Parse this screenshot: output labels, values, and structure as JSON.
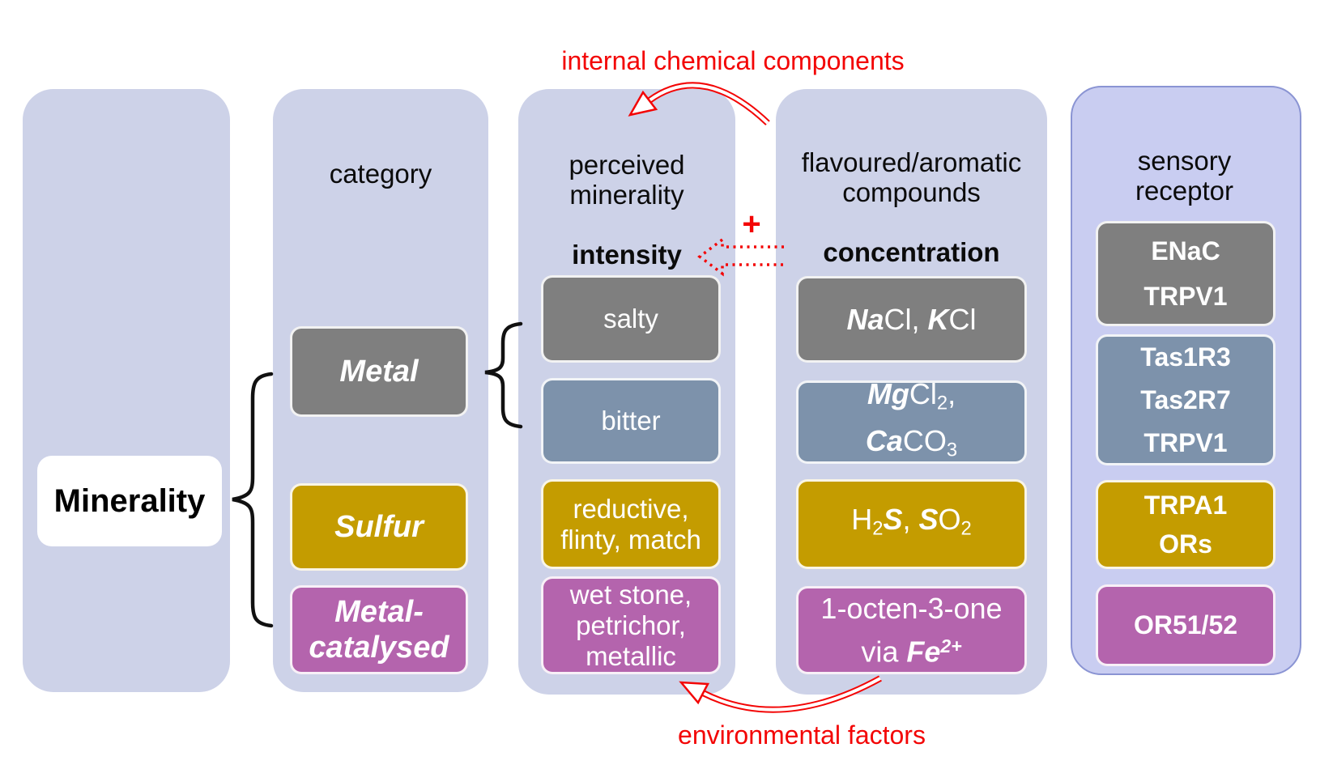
{
  "annotations": {
    "top_arrow_label": "internal chemical components",
    "bottom_arrow_label": "environmental factors",
    "plus_sign": "+"
  },
  "colors": {
    "column_bg": "#cdd2e8",
    "column_right_bg": "#c9cdf1",
    "column_right_border": "#8a94d3",
    "gray": "#7f7f7f",
    "bluegray": "#7d92ab",
    "gold": "#c49c00",
    "purple": "#b464ad",
    "red": "#f30505",
    "white_node": "#ffffff",
    "brace_black": "#111111"
  },
  "root_node": {
    "label": "Minerality"
  },
  "columns": {
    "category": {
      "header": [
        [
          "category"
        ]
      ],
      "boxes": [
        {
          "name": "metal",
          "color": "gray",
          "lines": [
            [
              "Metal"
            ]
          ]
        },
        {
          "name": "sulfur",
          "color": "gold",
          "lines": [
            [
              "Sulfur"
            ]
          ]
        },
        {
          "name": "metal-catalysed",
          "color": "purple",
          "lines": [
            [
              "Metal-"
            ],
            [
              "catalysed"
            ]
          ]
        }
      ]
    },
    "perceived": {
      "header": [
        [
          "perceived"
        ],
        [
          "minerality"
        ]
      ],
      "subheader": [
        [
          "intensity"
        ]
      ],
      "boxes": [
        {
          "name": "salty",
          "color": "gray",
          "lines": [
            [
              "salty"
            ]
          ]
        },
        {
          "name": "bitter",
          "color": "bluegray",
          "lines": [
            [
              "bitter"
            ]
          ]
        },
        {
          "name": "reductive",
          "color": "gold",
          "lines": [
            [
              "reductive,"
            ],
            [
              "flinty, match"
            ]
          ]
        },
        {
          "name": "wet-stone",
          "color": "purple",
          "lines": [
            [
              "wet stone,"
            ],
            [
              "petrichor,"
            ],
            [
              "metallic"
            ]
          ]
        }
      ]
    },
    "compounds": {
      "header": [
        [
          "flavoured/aromatic"
        ],
        [
          "compounds"
        ]
      ],
      "subheader": [
        [
          "concentration"
        ]
      ],
      "boxes": [
        {
          "name": "nacl-kcl",
          "color": "gray",
          "lines": [
            [
              {
                "t": "Na",
                "s": "bi"
              },
              "Cl, ",
              {
                "t": "K",
                "s": "bi"
              },
              "Cl"
            ]
          ]
        },
        {
          "name": "mgcl2-caco3",
          "color": "bluegray",
          "lines": [
            [
              {
                "t": "Mg",
                "s": "bi"
              },
              "Cl",
              {
                "t": "2",
                "s": "sub"
              },
              ","
            ],
            [
              {
                "t": "Ca",
                "s": "bi"
              },
              "CO",
              {
                "t": "3",
                "s": "sub"
              }
            ]
          ]
        },
        {
          "name": "h2s-so2",
          "color": "gold",
          "lines": [
            [
              "H",
              {
                "t": "2",
                "s": "sub"
              },
              {
                "t": "S",
                "s": "bi"
              },
              ", ",
              {
                "t": "S",
                "s": "bi"
              },
              "O",
              {
                "t": "2",
                "s": "sub"
              }
            ]
          ]
        },
        {
          "name": "octenone-fe",
          "color": "purple",
          "lines": [
            [
              "1-octen-3-one"
            ],
            [
              "via ",
              {
                "t": "Fe",
                "s": "bi"
              },
              {
                "t": "2+",
                "s": "bisup"
              }
            ]
          ]
        }
      ]
    },
    "receptors": {
      "header": [
        [
          "sensory"
        ],
        [
          "receptor"
        ]
      ],
      "boxes": [
        {
          "name": "enac-trpv1",
          "color": "gray",
          "lines": [
            [
              "ENaC"
            ],
            [
              "TRPV1"
            ]
          ]
        },
        {
          "name": "tas1r3-tas2r7-trpv1",
          "color": "bluegray",
          "lines": [
            [
              "Tas1R3"
            ],
            [
              "Tas2R7"
            ],
            [
              "TRPV1"
            ]
          ]
        },
        {
          "name": "trpa1-ors",
          "color": "gold",
          "lines": [
            [
              "TRPA1"
            ],
            [
              "ORs"
            ]
          ]
        },
        {
          "name": "or51-52",
          "color": "purple",
          "lines": [
            [
              "OR51/52"
            ]
          ]
        }
      ]
    }
  }
}
